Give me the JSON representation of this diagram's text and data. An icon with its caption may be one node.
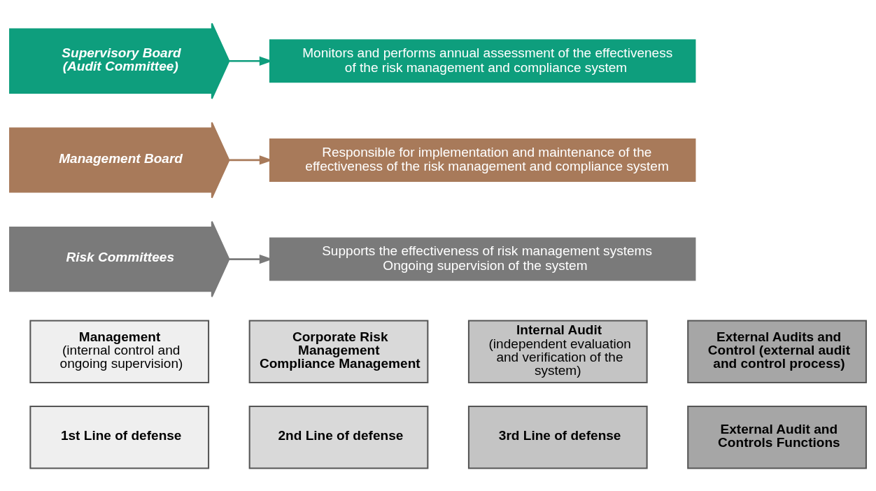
{
  "diagram": {
    "nodes": [
      {
        "text": [
          "Supervisory Board (Audit Committee)"
        ]
      },
      {
        "text": [
          "Monitors and performs annual assessment of the effectiveness of the risk management and compliance system"
        ]
      },
      {
        "text": [
          "Management Board"
        ]
      },
      {
        "text": [
          "Responsible for implementation and maintenance of the effectiveness of the risk management and compliance system"
        ]
      },
      {
        "text": [
          "Risk Committees"
        ]
      },
      {
        "text": [
          "Supports the effectiveness of risk management systems",
          "Ongoing supervision of the system"
        ]
      },
      {
        "text": [
          "Management",
          "(internal control and ongoing supervision)"
        ]
      },
      {
        "text": [
          "Corporate Risk Management",
          "Compliance Management"
        ]
      },
      {
        "text": [
          "Internal Audit",
          "(independent evaluation and verification of the system)"
        ]
      },
      {
        "text": [
          "External Audits and Control (external audit and control process)"
        ]
      },
      {
        "text": [
          "1st Line of defense"
        ]
      },
      {
        "text": [
          "2nd Line of defense"
        ]
      },
      {
        "text": [
          "3rd Line of defense"
        ]
      },
      {
        "text": [
          "External Audit and Controls Functions"
        ]
      }
    ],
    "edges": [
      {
        "from": 0,
        "to": 1,
        "arrow": "to",
        "color": "#0e9e7d"
      },
      {
        "from": 2,
        "to": 3,
        "arrow": "to",
        "color": "#a87a5a"
      },
      {
        "from": 4,
        "to": 5,
        "arrow": "to",
        "color": "#7a7a7a"
      }
    ]
  }
}
